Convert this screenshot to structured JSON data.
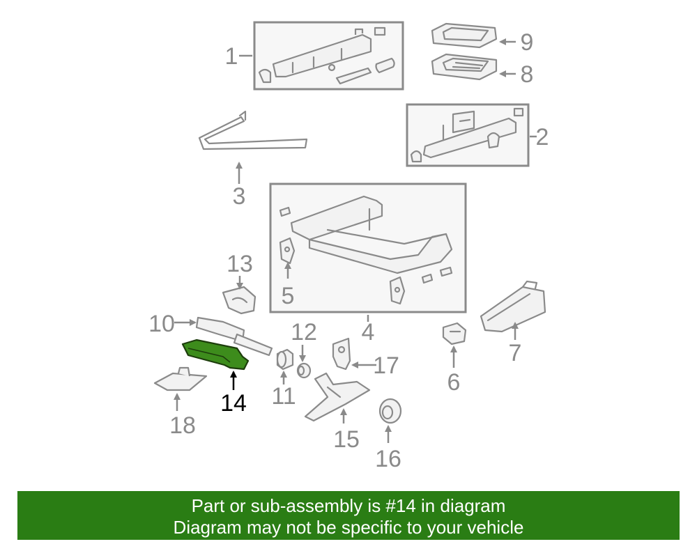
{
  "diagram": {
    "labels": {
      "p1": "1",
      "p2": "2",
      "p3": "3",
      "p4": "4",
      "p5": "5",
      "p6": "6",
      "p7": "7",
      "p8": "8",
      "p9": "9",
      "p10": "10",
      "p11": "11",
      "p12": "12",
      "p13": "13",
      "p14": "14",
      "p15": "15",
      "p16": "16",
      "p17": "17",
      "p18": "18"
    },
    "highlighted_part": "14",
    "highlight_color": "#3d8c1c"
  },
  "banner": {
    "line1": "Part or sub-assembly is #14 in diagram",
    "line2": "Diagram may not be specific to your vehicle",
    "background": "#2a7d14",
    "text_color": "#ffffff"
  }
}
